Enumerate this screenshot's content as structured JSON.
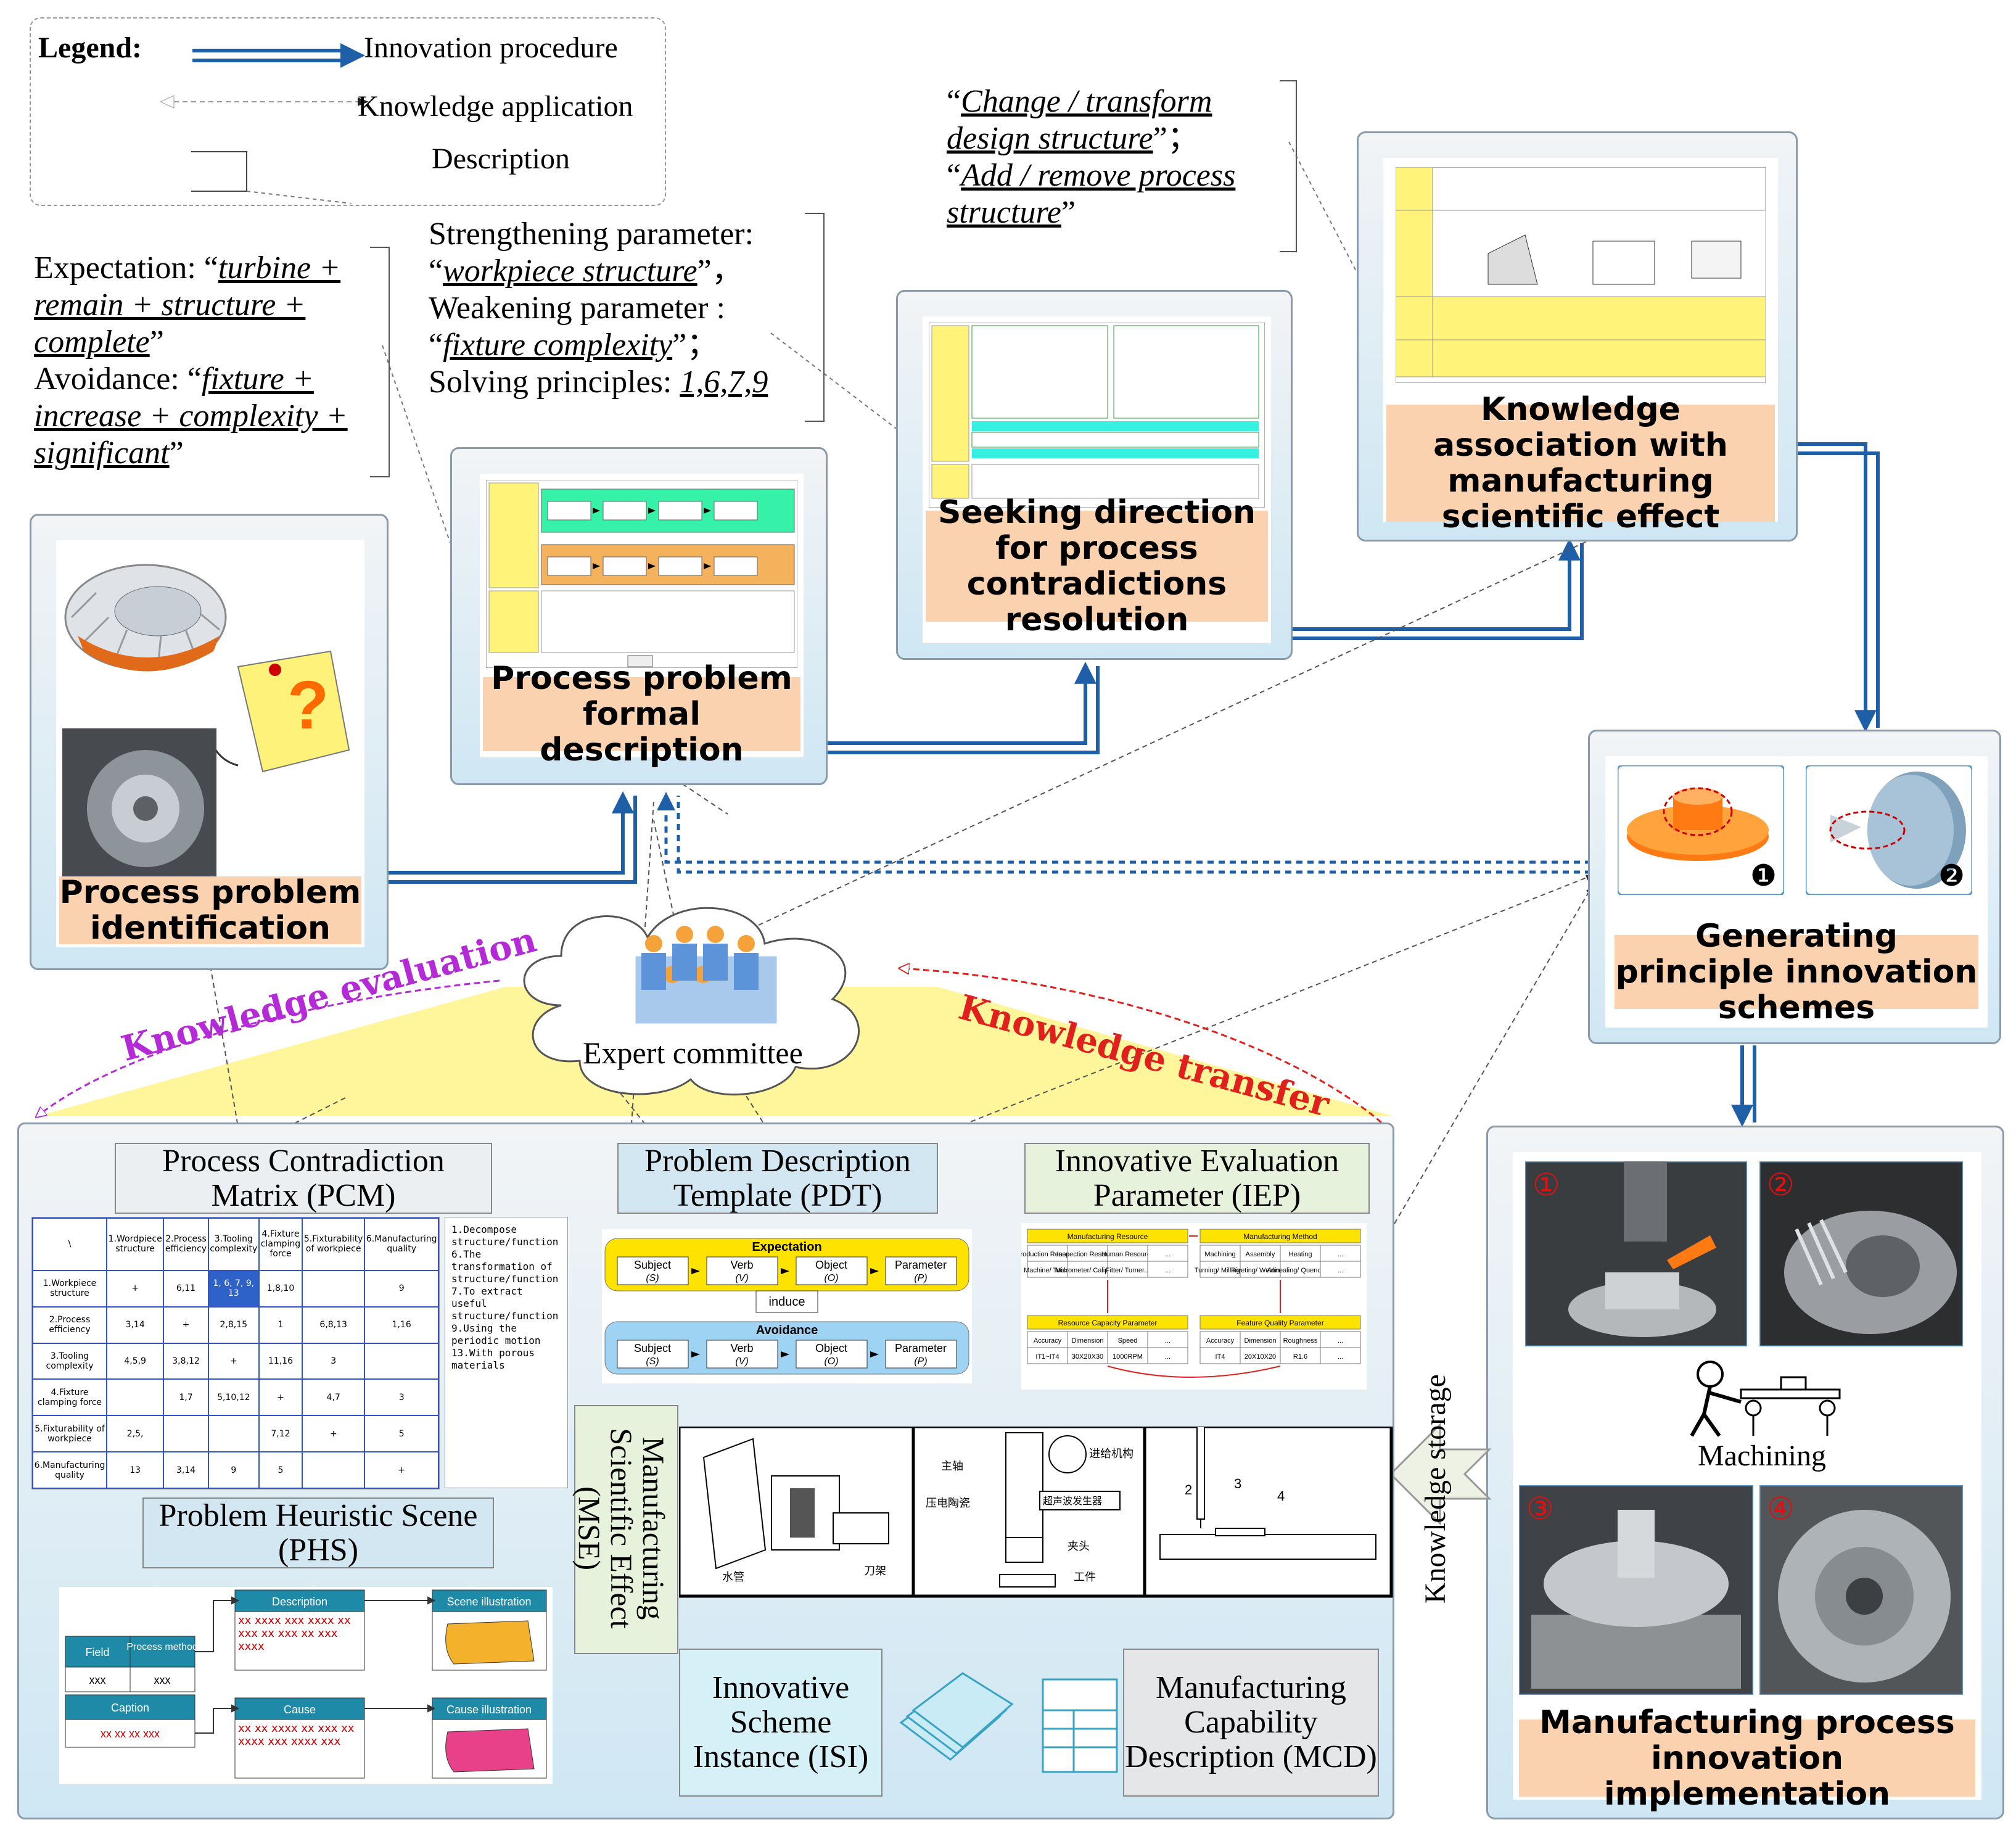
{
  "legend": {
    "title": "Legend:",
    "innovation": "Innovation procedure",
    "knowledge": "Knowledge application",
    "description": "Description"
  },
  "notes": {
    "expectation_label": "Expectation: “",
    "expectation_value": "turbine + remain + structure + complete",
    "avoidance_label": "Avoidance: “",
    "avoidance_value": "fixture + increase + complexity + significant",
    "strengthening_label": "Strengthening parameter:",
    "strengthening_value": "workpiece structure",
    "weakening_label": "Weakening parameter :",
    "weakening_value": "fixture complexity",
    "solving_label": "Solving principles:",
    "solving_value": "1,6,7,9",
    "change_value": "Change / transform design structure",
    "add_value": "Add / remove process structure"
  },
  "stages": {
    "identification": "Process problem identification",
    "formal": "Process problem formal description",
    "seeking": "Seeking direction for process contradictions resolution",
    "association": "Knowledge association with manufacturing scientific effect",
    "generating": "Generating principle innovation schemes",
    "implementation": "Manufacturing process innovation implementation"
  },
  "expert": "Expert committee",
  "arcs": {
    "evaluation": "Knowledge evaluation",
    "transfer": "Knowledge transfer",
    "storage": "Knowledge storage"
  },
  "machining": "Machining",
  "knowledge_base": {
    "pcm": "Process Contradiction Matrix (PCM)",
    "pdt": "Problem Description Template (PDT)",
    "iep": "Innovative Evaluation Parameter (IEP)",
    "phs": "Problem Heuristic Scene (PHS)",
    "mse": "Manufacturing Scientific Effect (MSE)",
    "isi": "Innovative Scheme Instance (ISI)",
    "mcd": "Manufacturing Capability Description (MCD)"
  },
  "pcm_table": {
    "headers": [
      "\\",
      "1.Wordpiece structure",
      "2.Process efficiency",
      "3.Tooling complexity",
      "4.Fixture clamping force",
      "5.Fixturability of workpiece",
      "6.Manufacturing quality"
    ],
    "rows": [
      [
        "1.Workpiece structure",
        "+",
        "6,11",
        "1, 6, 7, 9, 13",
        "1,8,10",
        "",
        "9"
      ],
      [
        "2.Process efficiency",
        "3,14",
        "+",
        "2,8,15",
        "1",
        "6,8,13",
        "1,16"
      ],
      [
        "3.Tooling complexity",
        "4,5,9",
        "3,8,12",
        "+",
        "11,16",
        "3",
        ""
      ],
      [
        "4.Fixture clamping force",
        "",
        "1,7",
        "5,10,12",
        "+",
        "4,7",
        "3"
      ],
      [
        "5.Fixturability of workpiece",
        "2,5,",
        "",
        "",
        "7,12",
        "+",
        "5"
      ],
      [
        "6.Manufacturing quality",
        "13",
        "3,14",
        "9",
        "5",
        "",
        "+"
      ]
    ],
    "principles": [
      "1.Decompose structure/function",
      "6.The transformation of structure/function",
      "7.To extract useful structure/function",
      "9.Using the periodic motion",
      "13.With porous materials"
    ]
  },
  "pdt_diagram": {
    "expectation": "Expectation",
    "avoidance": "Avoidance",
    "induce": "induce",
    "cells": [
      "Subject",
      "Verb",
      "Object",
      "Parameter"
    ],
    "symbols": [
      "(S)",
      "(V)",
      "(O)",
      "(P)"
    ]
  },
  "iep_diagram": {
    "manufacturing_resource": "Manufacturing Resource",
    "manufacturing_method": "Manufacturing Method",
    "resource_capacity": "Resource Capacity Parameter",
    "feature_quality": "Feature Quality Parameter",
    "res_cols": [
      "Production Resource",
      "Inspection Resource",
      "Human Resource",
      "..."
    ],
    "res_row": [
      "Machine/ Tool...",
      "Micrometer/ Caliper...",
      "Fitter/ Turner...",
      "..."
    ],
    "meth_cols": [
      "Machining",
      "Assembly",
      "Heating",
      "..."
    ],
    "meth_row": [
      "Turning/ Milling...",
      "Riveting/ Welding...",
      "Annealing/ Quenching",
      "..."
    ],
    "cap_cols": [
      "Accuracy",
      "Dimension",
      "Speed",
      "..."
    ],
    "cap_row": [
      "IT1~IT4",
      "30X20X30",
      "1000RPM",
      "..."
    ],
    "feat_cols": [
      "Accuracy",
      "Dimension",
      "Roughness",
      "..."
    ],
    "feat_row": [
      "IT4",
      "20X10X20",
      "R1.6",
      "..."
    ]
  },
  "phs_diagram": {
    "field": "Field",
    "process_method": "Process method",
    "xxx": "xxx",
    "caption": "Caption",
    "caption_value": "xx xx xx xxx",
    "description": "Description",
    "scene_illustration": "Scene illustration",
    "cause": "Cause",
    "cause_illustration": "Cause illustration",
    "desc_text": "xx xxxx xxx xxxx xx xxx xx xxx xx xxx xxxx",
    "cause_text": "xx xx xxxx xx xxx xx xxxx xxx xxxx xxx"
  },
  "mse_labels": {
    "spindle": "主轴",
    "piezo": "压电陶瓷",
    "feed": "进给机构",
    "ultra": "超声波发生器",
    "clamp": "夹头",
    "workpiece": "工件",
    "water": "水管",
    "blade": "刀架",
    "n2": "2",
    "n3": "3",
    "n4": "4"
  },
  "photos": {
    "n1": "①",
    "n2": "②",
    "n3": "③",
    "n4": "④",
    "b1": "❶",
    "b2": "❷"
  },
  "colors": {
    "blue": "#1f5fa8",
    "purple": "#b32ad6",
    "red": "#e0201c",
    "orange_label": "#fbd2b0",
    "yellow": "#fff59a"
  }
}
